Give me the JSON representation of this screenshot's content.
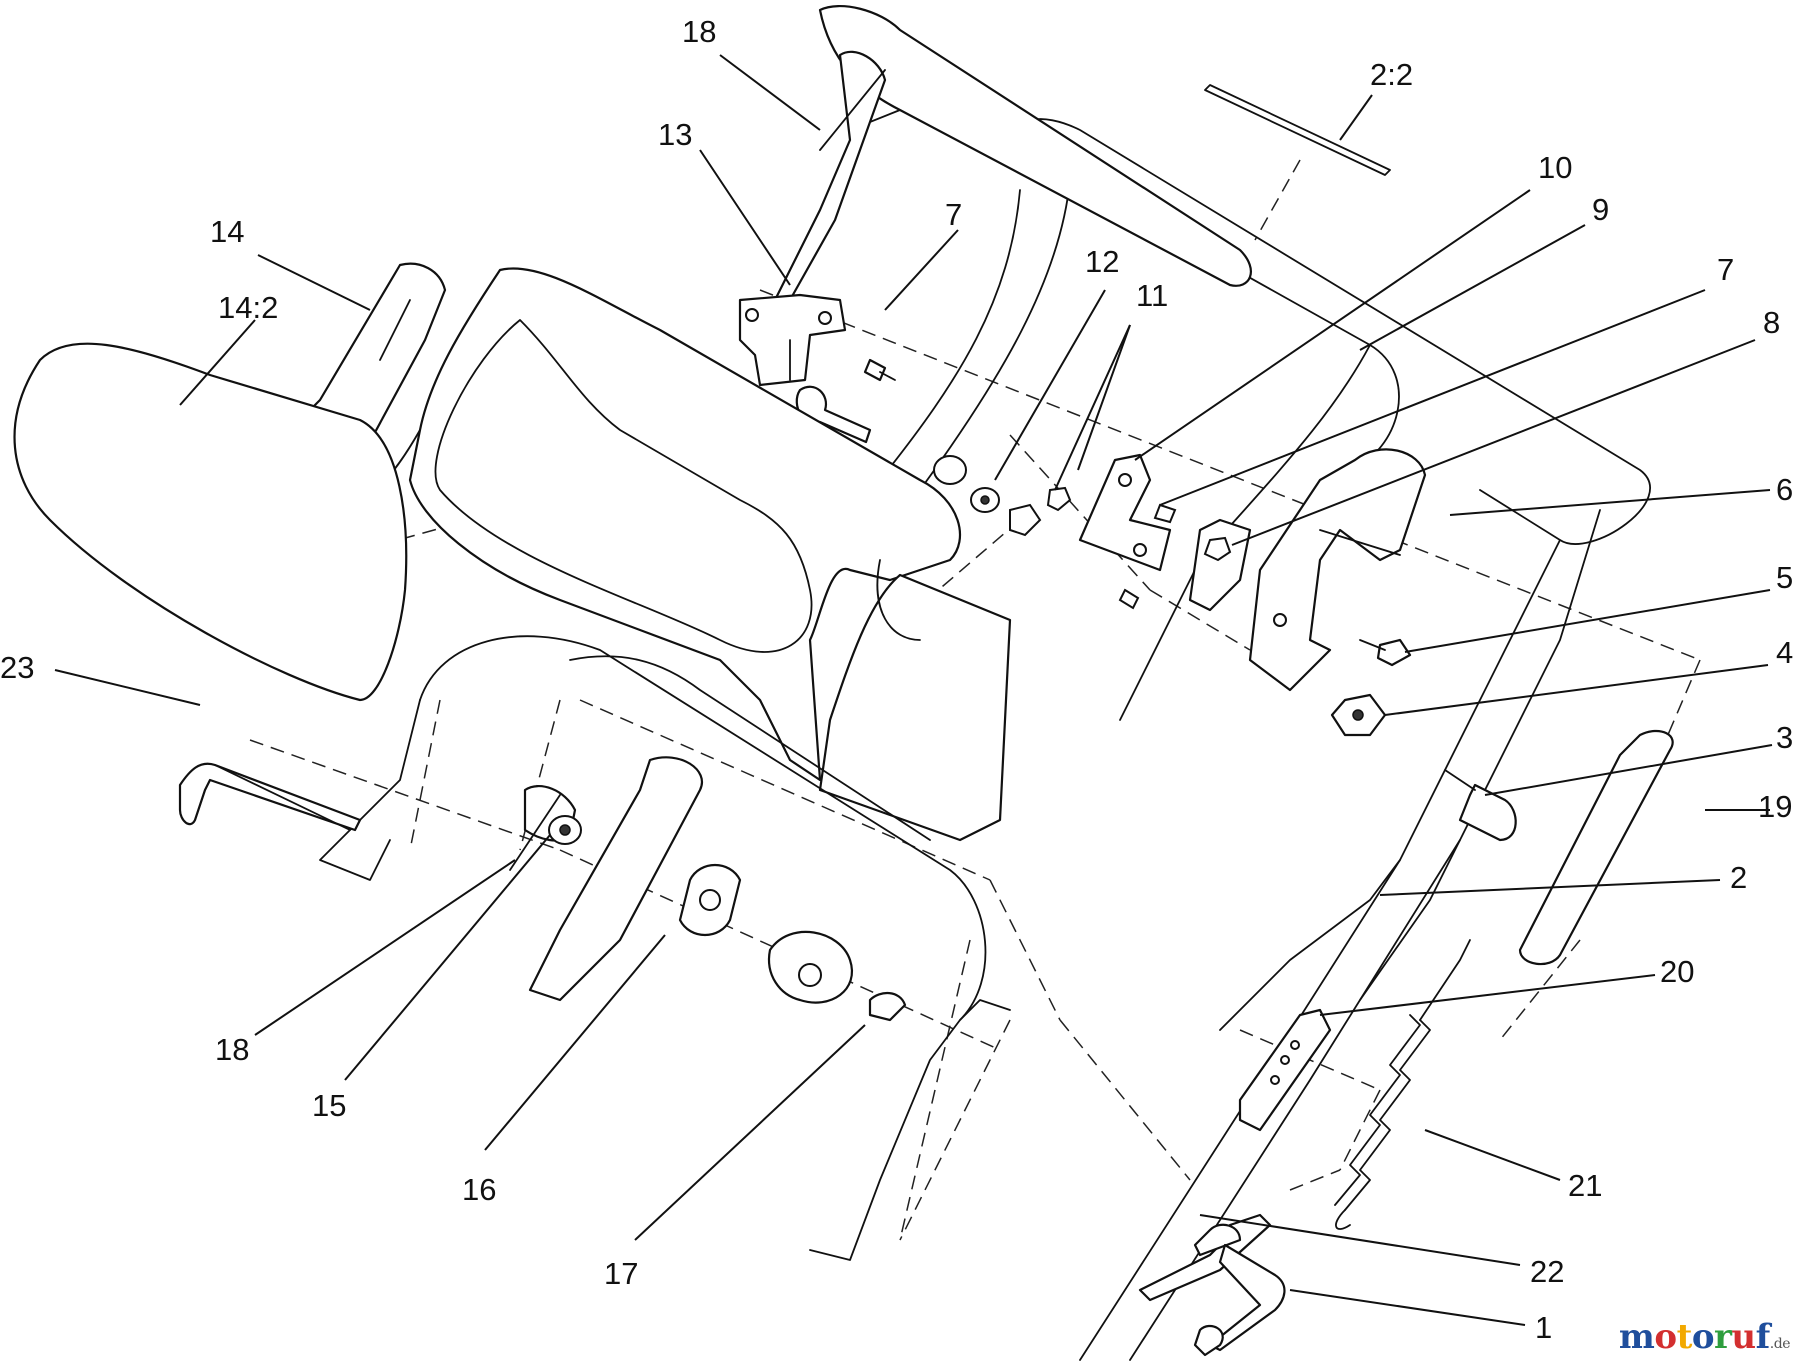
{
  "callouts": [
    {
      "id": "c1",
      "label": "18"
    },
    {
      "id": "c2",
      "label": "2:2"
    },
    {
      "id": "c3",
      "label": "13"
    },
    {
      "id": "c4",
      "label": "10"
    },
    {
      "id": "c5",
      "label": "9"
    },
    {
      "id": "c6",
      "label": "14"
    },
    {
      "id": "c7",
      "label": "7"
    },
    {
      "id": "c8",
      "label": "12"
    },
    {
      "id": "c9",
      "label": "11"
    },
    {
      "id": "c10",
      "label": "7"
    },
    {
      "id": "c11",
      "label": "14:2"
    },
    {
      "id": "c12",
      "label": "8"
    },
    {
      "id": "c13",
      "label": "6"
    },
    {
      "id": "c14",
      "label": "5"
    },
    {
      "id": "c15",
      "label": "23"
    },
    {
      "id": "c16",
      "label": "4"
    },
    {
      "id": "c17",
      "label": "3"
    },
    {
      "id": "c18",
      "label": "19"
    },
    {
      "id": "c19",
      "label": "2"
    },
    {
      "id": "c20",
      "label": "20"
    },
    {
      "id": "c21",
      "label": "18"
    },
    {
      "id": "c22",
      "label": "15"
    },
    {
      "id": "c23",
      "label": "21"
    },
    {
      "id": "c24",
      "label": "16"
    },
    {
      "id": "c25",
      "label": "17"
    },
    {
      "id": "c26",
      "label": "22"
    },
    {
      "id": "c27",
      "label": "1"
    }
  ],
  "watermark": {
    "letters": [
      {
        "ch": "m",
        "color": "#1f4e9c"
      },
      {
        "ch": "o",
        "color": "#d32f2f"
      },
      {
        "ch": "t",
        "color": "#f2a900"
      },
      {
        "ch": "o",
        "color": "#1f4e9c"
      },
      {
        "ch": "r",
        "color": "#2e9e3e"
      },
      {
        "ch": "u",
        "color": "#d32f2f"
      },
      {
        "ch": "f",
        "color": "#1f4e9c"
      }
    ],
    "tld": ".de"
  }
}
